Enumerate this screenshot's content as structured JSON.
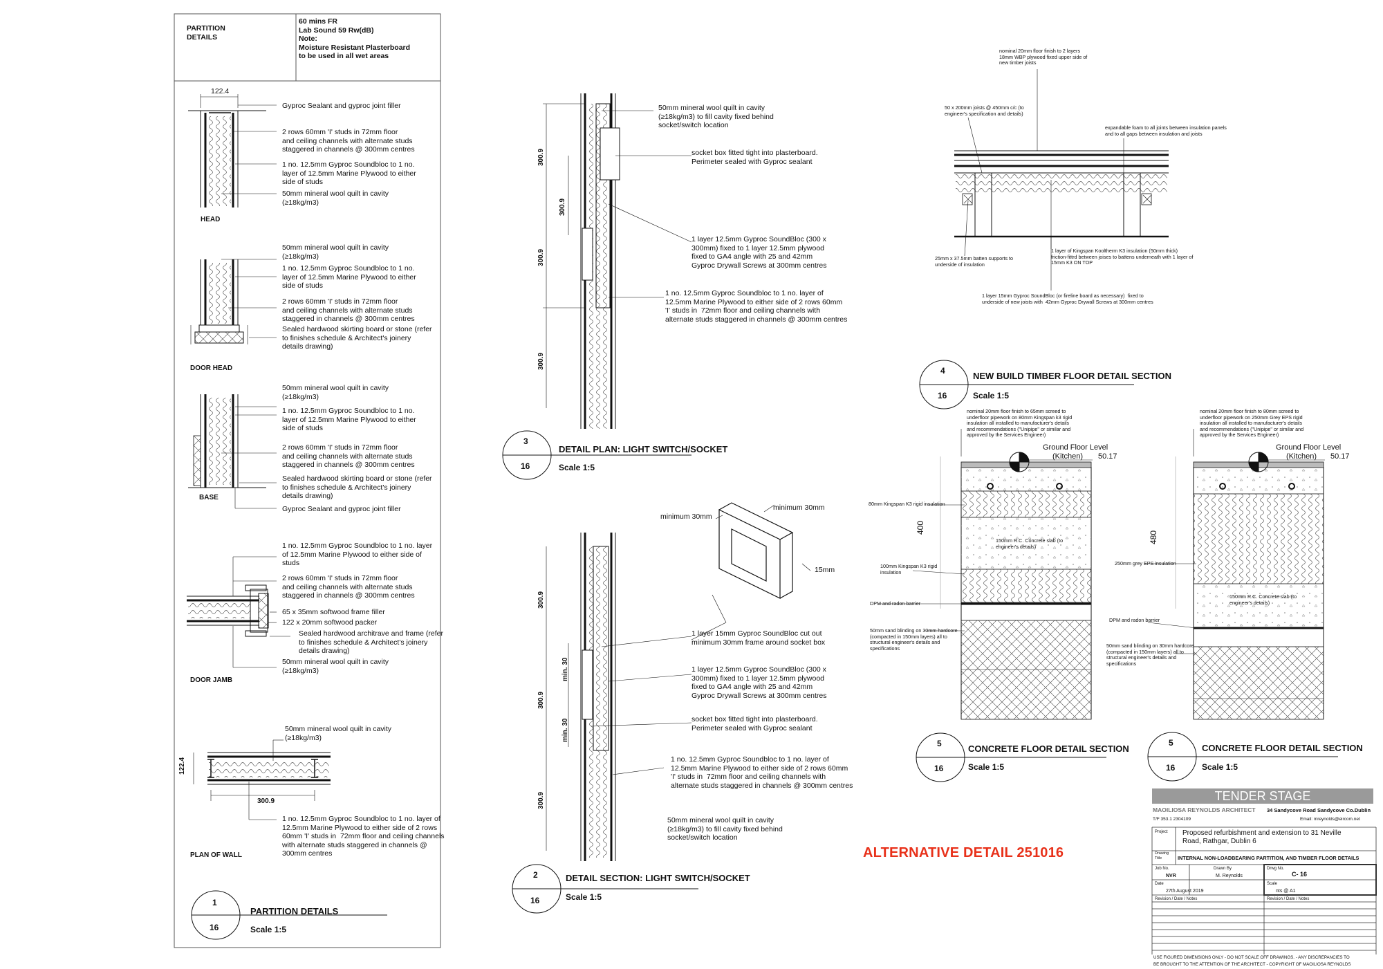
{
  "partition_header": {
    "title": "PARTITION\nDETAILS",
    "spec": "60 mins FR\nLab Sound 59 Rw(dB)\nNote:\nMoisture Resistant Plasterboard\nto be used in all wet areas"
  },
  "head": {
    "dimension": "122.4",
    "label": "HEAD",
    "notes": [
      "Gyproc Sealant and gyproc joint filler",
      "2 rows 60mm 'I' studs in 72mm floor\nand ceiling channels with alternate studs\nstaggered in channels @ 300mm centres",
      "1 no. 12.5mm Gyproc Soundbloc to 1 no.\nlayer of 12.5mm Marine Plywood to either\nside of studs",
      "50mm mineral wool quilt in cavity\n(≥18kg/m3)"
    ]
  },
  "door_head": {
    "label": "DOOR HEAD",
    "notes": [
      "50mm mineral wool quilt in cavity\n(≥18kg/m3)",
      "1 no. 12.5mm Gyproc Soundbloc to 1 no.\nlayer of 12.5mm Marine Plywood to either\nside of studs",
      "2 rows 60mm 'I' studs in 72mm floor\nand ceiling channels with alternate studs\nstaggered in channels @ 300mm centres",
      "Sealed hardwood skirting board or stone (refer\nto finishes schedule & Architect's joinery\ndetails drawing)"
    ]
  },
  "base": {
    "label": "BASE",
    "notes": [
      "50mm mineral wool quilt in cavity\n(≥18kg/m3)",
      "1 no. 12.5mm Gyproc Soundbloc to 1 no.\nlayer of 12.5mm Marine Plywood to either\nside of studs",
      "2 rows 60mm 'I' studs in 72mm floor\nand ceiling channels with alternate studs\nstaggered in channels @ 300mm centres",
      "Sealed hardwood skirting board or stone (refer\nto finishes schedule & Architect's joinery\ndetails drawing)",
      "Gyproc Sealant and gyproc joint filler"
    ]
  },
  "door_jamb": {
    "label": "DOOR JAMB",
    "notes": [
      "1 no. 12.5mm Gyproc Soundbloc to 1 no. layer\nof 12.5mm Marine Plywood to either side of\nstuds",
      "2 rows 60mm 'I' studs in 72mm floor\nand ceiling channels with alternate studs\nstaggered in channels @ 300mm centres",
      "65 x 35mm softwood frame filler",
      "122 x 20mm softwood packer",
      "Sealed hardwood architrave and frame (refer\nto finishes schedule & Architect's joinery\ndetails drawing)",
      "50mm mineral wool quilt in cavity\n(≥18kg/m3)"
    ]
  },
  "plan_of_wall": {
    "label": "PLAN OF WALL",
    "dim_vertical": "122.4",
    "dim_horizontal": "300.9",
    "notes": [
      "50mm mineral wool quilt in cavity\n(≥18kg/m3)",
      "1 no. 12.5mm Gyproc Soundbloc to 1 no. layer of\n12.5mm Marine Plywood to either side of 2 rows\n60mm 'I' studs in  72mm floor and ceiling channels\nwith alternate studs staggered in channels @\n300mm centres"
    ]
  },
  "detail1": {
    "num": "1",
    "sheet": "16",
    "title": "PARTITION DETAILS",
    "scale": "Scale 1:5"
  },
  "detail3": {
    "num": "3",
    "sheet": "16",
    "title": "DETAIL PLAN: LIGHT SWITCH/SOCKET",
    "scale": "Scale 1:5",
    "dims": [
      "300.9",
      "300.9",
      "300.9",
      "300.9"
    ],
    "notes": [
      "50mm mineral wool quilt in cavity\n(≥18kg/m3) to fill cavity fixed behind\nsocket/switch location",
      "socket box fitted tight into plasterboard.\nPerimeter sealed with Gyproc sealant",
      "1 layer 12.5mm Gyproc SoundBloc (300 x\n300mm) fixed to 1 layer 12.5mm plywood\nfixed to GA4 angle with 25 and 42mm\nGyproc Drywall Screws at 300mm centres",
      "1 no. 12.5mm Gyproc Soundbloc to 1 no. layer of\n12.5mm Marine Plywood to either side of 2 rows 60mm\n'I' studs in  72mm floor and ceiling channels with\nalternate studs staggered in channels @ 300mm centres"
    ]
  },
  "detail2": {
    "num": "2",
    "sheet": "16",
    "title": "DETAIL SECTION: LIGHT SWITCH/SOCKET",
    "scale": "Scale 1:5",
    "dims": [
      "300.9",
      "min. 30",
      "300.9",
      "min. 30",
      "300.9"
    ],
    "iso_labels": [
      "minimum 30mm",
      "minimum 30mm",
      "15mm"
    ],
    "notes": [
      "1 layer 15mm Gyproc SoundBloc cut out\nminimum 30mm frame around socket box",
      "1 layer 12.5mm Gyproc SoundBloc (300 x\n300mm) fixed to 1 layer 12.5mm plywood\nfixed to GA4 angle with 25 and 42mm\nGyproc Drywall Screws at 300mm centres",
      "socket box fitted tight into plasterboard.\nPerimeter sealed with Gyproc sealant",
      "1 no. 12.5mm Gyproc Soundbloc to 1 no. layer of\n12.5mm Marine Plywood to either side of 2 rows 60mm\n'I' studs in  72mm floor and ceiling channels with\nalternate studs staggered in channels @ 300mm centres",
      "50mm mineral wool quilt in cavity\n(≥18kg/m3) to fill cavity fixed behind\nsocket/switch location"
    ]
  },
  "detail4": {
    "num": "4",
    "sheet": "16",
    "title": "NEW BUILD TIMBER FLOOR DETAIL SECTION",
    "scale": "Scale 1:5",
    "notes": [
      "nominal 20mm floor finish to 2 layers\n18mm WBP plywood fixed upper side of\nnew timber joists",
      "50 x 200mm joists @ 450mm c/c (to\nengineer's specification and details)",
      "expandable foam to all joints between insulation panels\nand to all gaps between insulation and joists",
      "25mm x 37.5mm batten supports to\nunderside of insulation",
      "1 layer of Kingspan Kooltherm K3 insulation (50mm thick)\nfriction-fittrd between joises to battens underneath with 1 layer of\n15mm K3 ON TOP",
      "1 layer 15mm Gyproc SoundBloc (or fireline board as necessary)  fixed to\nunderside of new joists with  42mm Gyproc Drywall Screws at 300mm centres"
    ]
  },
  "detail5a": {
    "num": "5",
    "sheet": "16",
    "title": "CONCRETE FLOOR DETAIL SECTION",
    "scale": "Scale 1:5",
    "level_title": "Ground Floor Level",
    "level_room": "(Kitchen)",
    "level_value": "50.17",
    "dim": "400",
    "notes": [
      "nominal 20mm floor finish to 65mm screed to\nunderfloor pipework on 80mm Kingspan k3 rigid\ninsulation all installed to manufacturer's details\nand recommendations (\"Unipipe\" or similar and\napproved by the Services Engineer)",
      "80mm Kingspan K3 rigid insulation",
      "150mm R.C. Concrete slab (to\nengineer's details)",
      "100mm Kingspan K3 rigid\ninsulation",
      "DPM and radon barrier",
      "50mm sand blinding on 30mm hardcore\n(compacted in 150mm layers) all to\nstructural engineer's details and\nspecifications"
    ]
  },
  "detail5b": {
    "num": "5",
    "sheet": "16",
    "title": "CONCRETE FLOOR DETAIL SECTION",
    "scale": "Scale 1:5",
    "level_title": "Ground Floor Level",
    "level_room": "(Kitchen)",
    "level_value": "50.17",
    "dim": "480",
    "notes": [
      "nominal 20mm floor finish to 80mm screed to\nunderfloor pipework on 250mm Grey EPS rigid\ninsulation all installed to manufacturer's details\nand recommendations (\"Unipipe\" or similar and\napproved by the Services Engineer)",
      "250mm grey EPS insulation",
      "150mm R.C. Concrete slab (to\nengineer's details)",
      "DPM and radon barrier",
      "50mm sand blinding on 30mm hardcore\n(compacted in 150mm layers) all to\nstructural engineer's details and\nspecifications"
    ]
  },
  "alternative": "ALTERNATIVE DETAIL 251016",
  "title_block": {
    "stage": "TENDER STAGE",
    "firm": "MAOILIOSA REYNOLDS ARCHITECT",
    "address": "34 Sandycove Road  Sandycove  Co.Dublin",
    "phone": "T/F 353.1 2304109",
    "email": "Email: mreynolds@eircom.net",
    "project_label": "Project",
    "project": "Proposed refurbishment and extension to 31 Neville\nRoad, Rathgar, Dublin 6",
    "drawing_title_label": "Drawing\nTitle",
    "drawing_title": "INTERNAL NON-LOADBEARING PARTITION, AND TIMBER FLOOR DETAILS",
    "job_no_label": "Job No.",
    "job_no": "NVR",
    "drawn_by_label": "Drawn By",
    "drawn_by": "M. Reynolds",
    "drawing_no_label": "Drwg No.",
    "drawing_no": "C- 16",
    "date_label": "Date",
    "date": "27th August 2019",
    "scale_label": "Scale",
    "scale": "nts @ A1",
    "revision_label": "Revision  /  Date  /  Notes",
    "revision_label2": "Revision  /  Date  /  Notes",
    "footer": "USE FIGURED DIMENSIONS ONLY - DO NOT SCALE OFF DRAWINGS. - ANY DISCREPANCIES TO\nBE BROUGHT TO THE ATTENTION OF THE ARCHITECT - COPYRIGHT OF MAOILIOSA REYNOLDS"
  }
}
